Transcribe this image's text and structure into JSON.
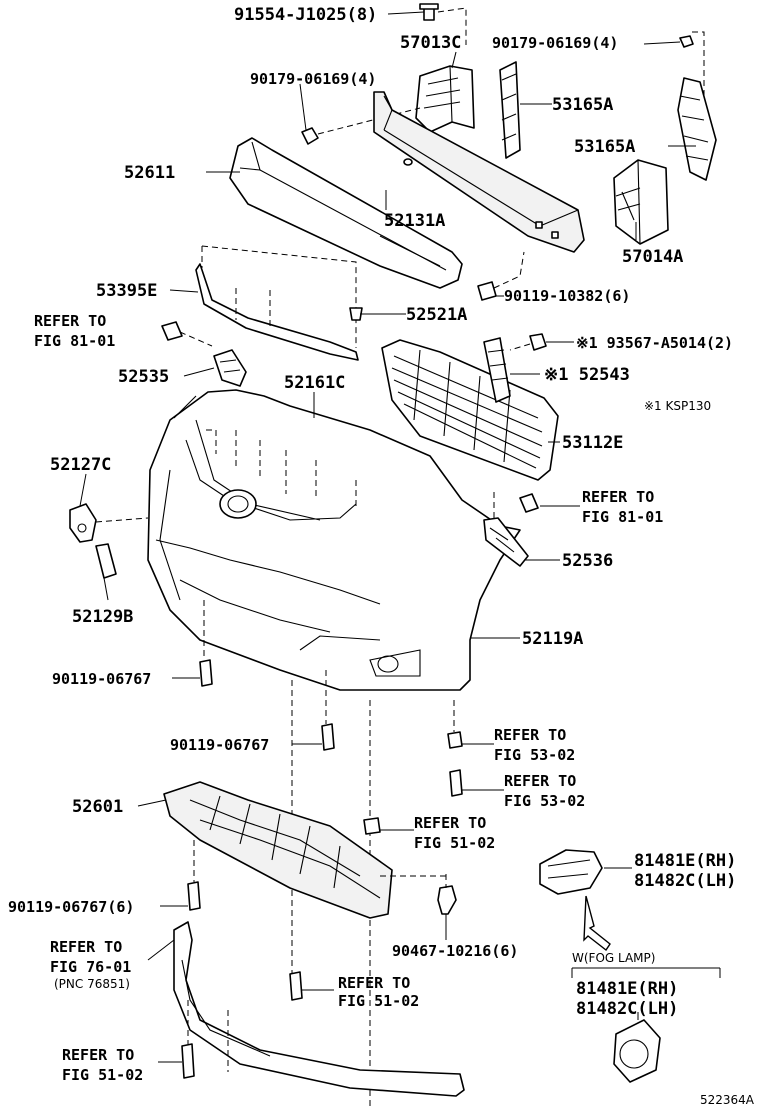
{
  "parts": {
    "p91554": "91554-J1025(8)",
    "p57013c": "57013C",
    "p90179_right": "90179-06169(4)",
    "p90179_left": "90179-06169(4)",
    "p53165a_upper": "53165A",
    "p53165a_lower": "53165A",
    "p52611": "52611",
    "p52131a": "52131A",
    "p57014a": "57014A",
    "p53395e": "53395E",
    "p90119_10382": "90119-10382(6)",
    "p52521a": "52521A",
    "p93567": "※1 93567-A5014(2)",
    "p52543": "※1 52543",
    "p52535": "52535",
    "p52161c": "52161C",
    "p53112e": "53112E",
    "p52127c": "52127C",
    "p52536": "52536",
    "p52129b": "52129B",
    "p52119a": "52119A",
    "p90119_06767_a": "90119-06767",
    "p90119_06767_b": "90119-06767",
    "p52601": "52601",
    "p90119_06767_6": "90119-06767(6)",
    "p90467": "90467-10216(6)",
    "p81481e_a": "81481E(RH)",
    "p81482c_a": "81482C(LH)",
    "p81481e_b": "81481E(RH)",
    "p81482c_b": "81482C(LH)"
  },
  "refs": {
    "r81_a_1": "REFER TO",
    "r81_a_2": "FIG 81-01",
    "r81_b_1": "REFER TO",
    "r81_b_2": "FIG 81-01",
    "r53_a_1": "REFER TO",
    "r53_a_2": "FIG 53-02",
    "r53_b_1": "REFER TO",
    "r53_b_2": "FIG 53-02",
    "r51_a_1": "REFER TO",
    "r51_a_2": "FIG 51-02",
    "r76_1": "REFER TO",
    "r76_2": "FIG 76-01",
    "r76_3": "(PNC 76851)",
    "r51_b_1": "REFER TO",
    "r51_b_2": "FIG 51-02",
    "r51_c_1": "REFER TO",
    "r51_c_2": "FIG 51-02"
  },
  "notes": {
    "ksp": "※1 KSP130",
    "fog": "W(FOG LAMP)",
    "catalog": "522364A"
  }
}
